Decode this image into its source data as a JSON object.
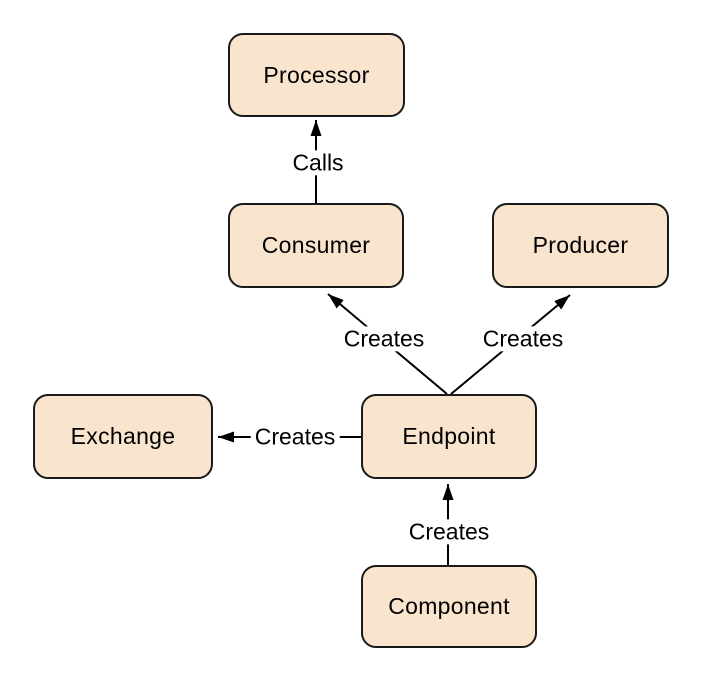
{
  "diagram": {
    "nodes": {
      "processor": {
        "label": "Processor"
      },
      "consumer": {
        "label": "Consumer"
      },
      "producer": {
        "label": "Producer"
      },
      "exchange": {
        "label": "Exchange"
      },
      "endpoint": {
        "label": "Endpoint"
      },
      "component": {
        "label": "Component"
      }
    },
    "edges": {
      "consumer_to_processor": {
        "label": "Calls",
        "from": "Consumer",
        "to": "Processor"
      },
      "endpoint_to_consumer": {
        "label": "Creates",
        "from": "Endpoint",
        "to": "Consumer"
      },
      "endpoint_to_producer": {
        "label": "Creates",
        "from": "Endpoint",
        "to": "Producer"
      },
      "endpoint_to_exchange": {
        "label": "Creates",
        "from": "Endpoint",
        "to": "Exchange"
      },
      "component_to_endpoint": {
        "label": "Creates",
        "from": "Component",
        "to": "Endpoint"
      }
    },
    "colors": {
      "node_fill": "#F9E4CD",
      "node_border": "#1A1A1A",
      "arrow": "#000000",
      "background": "#FFFFFF",
      "text": "#000000"
    }
  }
}
